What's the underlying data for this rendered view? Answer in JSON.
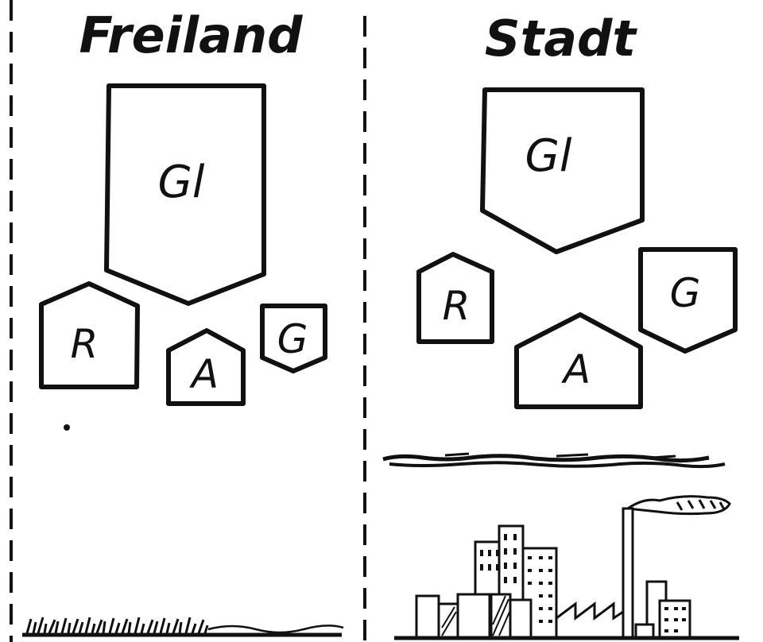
{
  "panels": {
    "left": {
      "title": "Freiland",
      "shapes": {
        "gl": "Gl",
        "r": "R",
        "a": "A",
        "g": "G"
      }
    },
    "right": {
      "title": "Stadt",
      "shapes": {
        "gl": "Gl",
        "r": "R",
        "a": "A",
        "g": "G"
      }
    }
  },
  "colors": {
    "ink": "#111111",
    "paper": "#ffffff"
  }
}
